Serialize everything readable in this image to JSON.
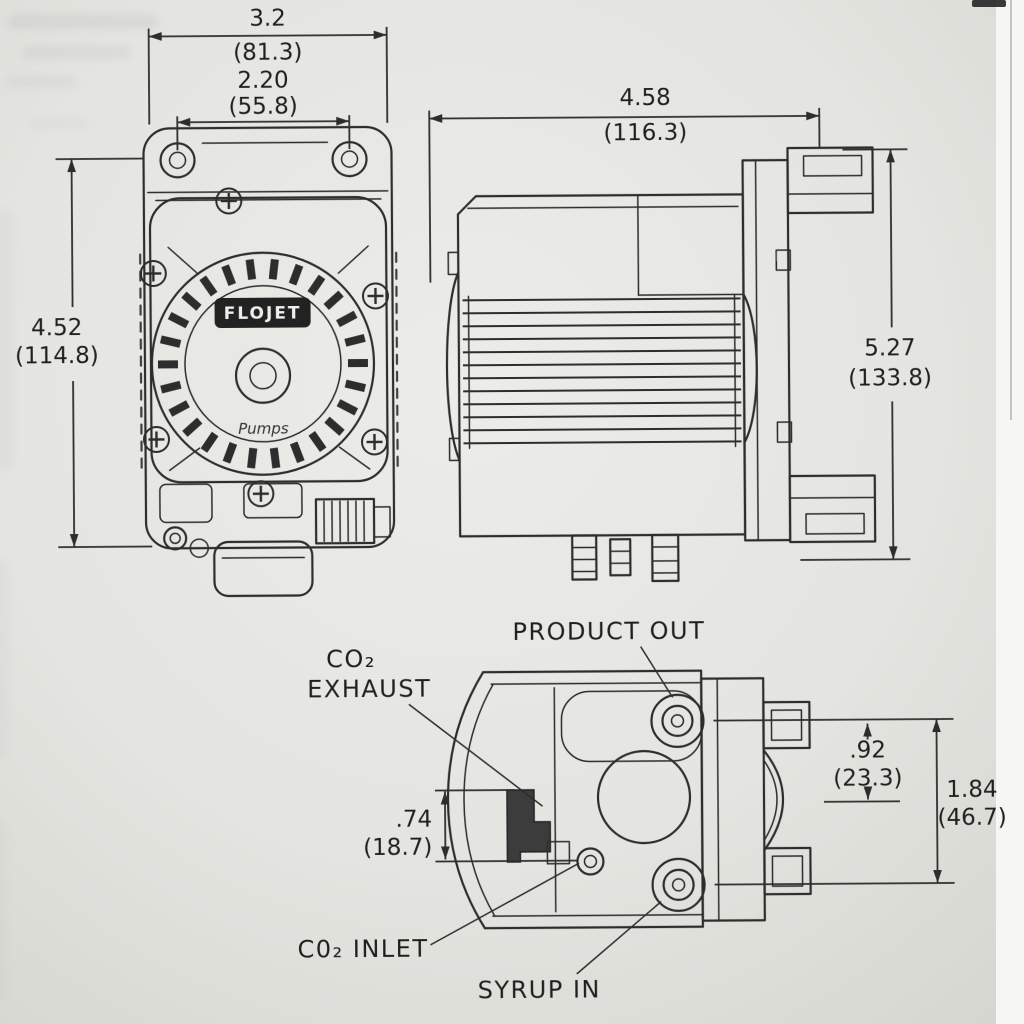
{
  "front": {
    "brand": "FLOJET",
    "script": "Pumps",
    "width": {
      "inch": "3.2",
      "mm": "(81.3)"
    },
    "bolts": {
      "inch": "2.20",
      "mm": "(55.8)"
    },
    "height": {
      "inch": "4.52",
      "mm": "(114.8)"
    }
  },
  "side": {
    "width": {
      "inch": "4.58",
      "mm": "(116.3)"
    },
    "height": {
      "inch": "5.27",
      "mm": "(133.8)"
    }
  },
  "bottom": {
    "product_out": "PRODUCT OUT",
    "co2_line1": "CO₂",
    "co2_line2": "EXHAUST",
    "co2_inlet": "C0₂ INLET",
    "syrup_in": "SYRUP IN",
    "offset": {
      "inch": ".92",
      "mm": "(23.3)"
    },
    "span": {
      "inch": "1.84",
      "mm": "(46.7)"
    },
    "inlet_offset": {
      "inch": ".74",
      "mm": "(18.7)"
    }
  },
  "colors": {
    "ink": "#2a2a2a",
    "paper": "#e9e9e5"
  }
}
